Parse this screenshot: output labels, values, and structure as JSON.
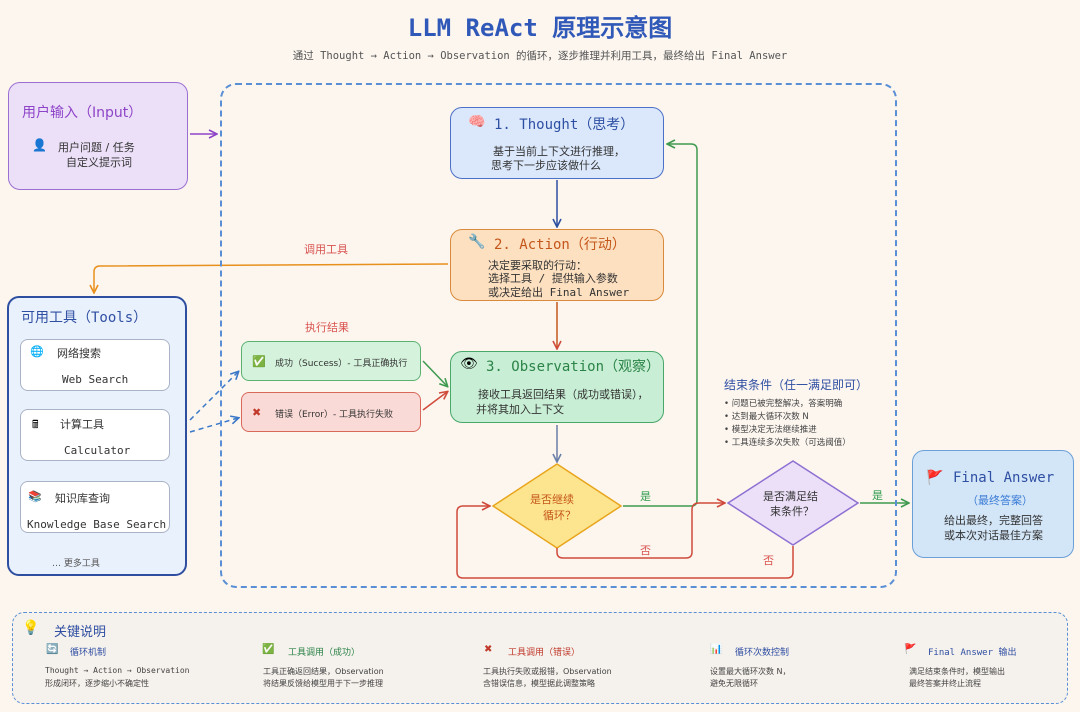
{
  "title": "LLM ReAct 原理示意图",
  "subtitle": "通过 Thought → Action → Observation 的循环，逐步推理并利用工具，最终给出 Final Answer",
  "input": {
    "title": "用户输入（Input）",
    "icon": "user-icon",
    "line1": "用户问题 / 任务",
    "line2": "自定义提示词"
  },
  "thought": {
    "icon": "brain-icon",
    "title": "1. Thought（思考）",
    "line1": "基于当前上下文进行推理，",
    "line2": "思考下一步应该做什么"
  },
  "action": {
    "icon": "wrench-icon",
    "title": "2. Action（行动）",
    "line1": "决定要采取的行动：",
    "line2": "选择工具 / 提供输入参数",
    "line3": "或决定给出 Final Answer"
  },
  "observation": {
    "icon": "eye-icon",
    "title": "3. Observation（观察）",
    "line1": "接收工具返回结果（成功或错误），",
    "line2": "并将其加入上下文"
  },
  "labels": {
    "invoke_tools": "调用工具",
    "exec_result": "执行结果",
    "yes1": "是",
    "no1": "否",
    "no2": "否",
    "yes2": "是"
  },
  "results": {
    "success": "成功（Success）- 工具正确执行",
    "error": "错误（Error）- 工具执行失败"
  },
  "tools": {
    "title": "可用工具（Tools）",
    "items": [
      {
        "icon": "globe-icon",
        "name": "网络搜索",
        "en": "Web Search"
      },
      {
        "icon": "calculator-icon",
        "name": "计算工具",
        "en": "Calculator"
      },
      {
        "icon": "books-icon",
        "name": "知识库查询",
        "en": "Knowledge Base Search"
      }
    ],
    "more": "…    更多工具"
  },
  "decision1": {
    "line1": "是否继续",
    "line2": "循环？"
  },
  "decision2": {
    "line1": "是否满足结",
    "line2": "束条件？"
  },
  "end_conditions": {
    "title": "结束条件（任一满足即可）",
    "items": [
      "• 问题已被完整解决，答案明确",
      "• 达到最大循环次数 N",
      "• 模型决定无法继续推进",
      "• 工具连续多次失败（可选阈值）"
    ]
  },
  "final": {
    "icon": "flag-icon",
    "title": "Final Answer",
    "subtitle": "（最终答案）",
    "line1": "给出最终，完整回答",
    "line2": "或本次对话最佳方案"
  },
  "legend": {
    "icon": "lightbulb-icon",
    "title": "关键说明",
    "items": [
      {
        "icon": "loop-icon",
        "name": "循环机制",
        "desc1": "Thought → Action → Observation",
        "desc2": "形成闭环，逐步缩小不确定性"
      },
      {
        "icon": "check-icon",
        "name": "工具调用（成功）",
        "desc1": "工具正确返回结果，Observation",
        "desc2": "将结果反馈给模型用于下一步推理"
      },
      {
        "icon": "cross-icon",
        "name": "工具调用（错误）",
        "desc1": "工具执行失败或报错，Observation",
        "desc2": "含错误信息，模型据此调整策略"
      },
      {
        "icon": "bar-chart-icon",
        "name": "循环次数控制",
        "desc1": "设置最大循环次数 N，",
        "desc2": "避免无限循环"
      },
      {
        "icon": "flag-icon",
        "name": "Final Answer 输出",
        "desc1": "满足结束条件时，模型输出",
        "desc2": "最终答案并终止流程"
      }
    ]
  },
  "colors": {
    "title": "#2f58b8",
    "thought": "#dbe8fb",
    "action": "#fde0c0",
    "observation": "#c8efd5",
    "decision1": "#fde48f",
    "decision2": "#ece0f8",
    "final": "#d3e6f8"
  }
}
